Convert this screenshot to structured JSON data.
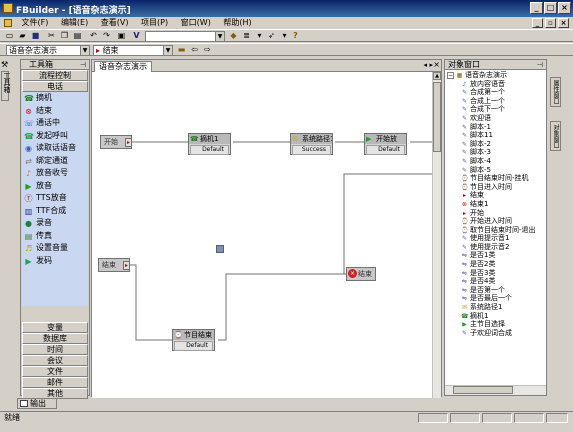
{
  "window": {
    "title": "FBuilder - [语音杂志演示]"
  },
  "menu": [
    "文件(F)",
    "编辑(E)",
    "查看(V)",
    "项目(P)",
    "窗口(W)",
    "帮助(H)"
  ],
  "toolbar2": {
    "project_combo": "语音杂志演示",
    "node_combo": "结束"
  },
  "toolbox": {
    "title": "工具箱",
    "top_categories": [
      "流程控制",
      "电话"
    ],
    "items": [
      {
        "label": "摘机",
        "icon": "phone-pickup-icon",
        "color": "#208020"
      },
      {
        "label": "结束",
        "icon": "stop-icon",
        "color": "#d02020"
      },
      {
        "label": "通话中",
        "icon": "in-call-icon",
        "color": "#3050c0"
      },
      {
        "label": "发起呼叫",
        "icon": "dial-icon",
        "color": "#20a040"
      },
      {
        "label": "读取话语音",
        "icon": "read-voice-icon",
        "color": "#3060c0"
      },
      {
        "label": "绑定通道",
        "icon": "bind-channel-icon",
        "color": "#808080"
      },
      {
        "label": "放音收号",
        "icon": "play-collect-icon",
        "color": "#c08020"
      },
      {
        "label": "放音",
        "icon": "play-icon",
        "color": "#20a020"
      },
      {
        "label": "TTS放音",
        "icon": "tts-play-icon",
        "color": "#a03030"
      },
      {
        "label": "TTF合成",
        "icon": "ttf-icon",
        "color": "#303090"
      },
      {
        "label": "录音",
        "icon": "record-icon",
        "color": "#208040"
      },
      {
        "label": "传真",
        "icon": "fax-icon",
        "color": "#408040"
      },
      {
        "label": "设置音量",
        "icon": "volume-icon",
        "color": "#c0a020"
      },
      {
        "label": "发码",
        "icon": "send-code-icon",
        "color": "#20a060"
      }
    ],
    "bottom_categories": [
      "变量",
      "数据库",
      "时间",
      "会议",
      "文件",
      "邮件",
      "其他"
    ]
  },
  "left_strip_label": "工具箱",
  "document": {
    "tab": "语音杂志演示",
    "nodes": {
      "start": "开始",
      "end": "结束",
      "end2": "结束"
    },
    "blocks": {
      "pickup": {
        "title": "摘机1",
        "status": "Default"
      },
      "sysvars": {
        "title": "系统路径1",
        "status": "Success"
      },
      "begin_play": {
        "title": "开始放",
        "status": "Default"
      },
      "program_end": {
        "title": "节目结束",
        "status": "Default"
      }
    },
    "end_block": "结束"
  },
  "object_window": {
    "title": "对象窗口",
    "root": "语音杂志演示",
    "items": [
      {
        "label": "放内容语音",
        "icon": "play-content-icon"
      },
      {
        "label": "合成第一个",
        "icon": "synth-icon"
      },
      {
        "label": "合成上一个",
        "icon": "synth-icon"
      },
      {
        "label": "合成下一个",
        "icon": "synth-icon"
      },
      {
        "label": "欢迎语",
        "icon": "welcome-icon"
      },
      {
        "label": "脚本-1",
        "icon": "script-icon"
      },
      {
        "label": "脚本11",
        "icon": "script-icon"
      },
      {
        "label": "脚本-2",
        "icon": "script-icon"
      },
      {
        "label": "脚本-3",
        "icon": "script-icon"
      },
      {
        "label": "脚本-4",
        "icon": "script-icon"
      },
      {
        "label": "脚本-5",
        "icon": "script-icon"
      },
      {
        "label": "节目结束时间-挂机",
        "icon": "timer-icon"
      },
      {
        "label": "节目进入时间",
        "icon": "timer-icon"
      },
      {
        "label": "结束",
        "icon": "end-arrow-icon"
      },
      {
        "label": "结束1",
        "icon": "stop-icon"
      },
      {
        "label": "开始",
        "icon": "start-arrow-icon"
      },
      {
        "label": "开始进入时间",
        "icon": "timer-icon"
      },
      {
        "label": "取节目结束时间-退出",
        "icon": "timer-icon"
      },
      {
        "label": "使用提示音1",
        "icon": "prompt-icon"
      },
      {
        "label": "使用提示音2",
        "icon": "prompt-icon"
      },
      {
        "label": "是否1类",
        "icon": "branch-icon"
      },
      {
        "label": "是否2类",
        "icon": "branch-icon"
      },
      {
        "label": "是否3类",
        "icon": "branch-icon"
      },
      {
        "label": "是否4类",
        "icon": "branch-icon"
      },
      {
        "label": "是否第一个",
        "icon": "branch-icon"
      },
      {
        "label": "是否最后一个",
        "icon": "branch-icon"
      },
      {
        "label": "系统路径1",
        "icon": "system-path-icon"
      },
      {
        "label": "摘机1",
        "icon": "phone-pickup-icon"
      },
      {
        "label": "主节目选择",
        "icon": "menu-select-icon"
      },
      {
        "label": "子欢迎词合成",
        "icon": "synth-icon"
      }
    ],
    "side_tabs": [
      "属性窗口",
      "对象窗口"
    ]
  },
  "output": {
    "label": "输出"
  },
  "status": {
    "text": "就绪"
  }
}
